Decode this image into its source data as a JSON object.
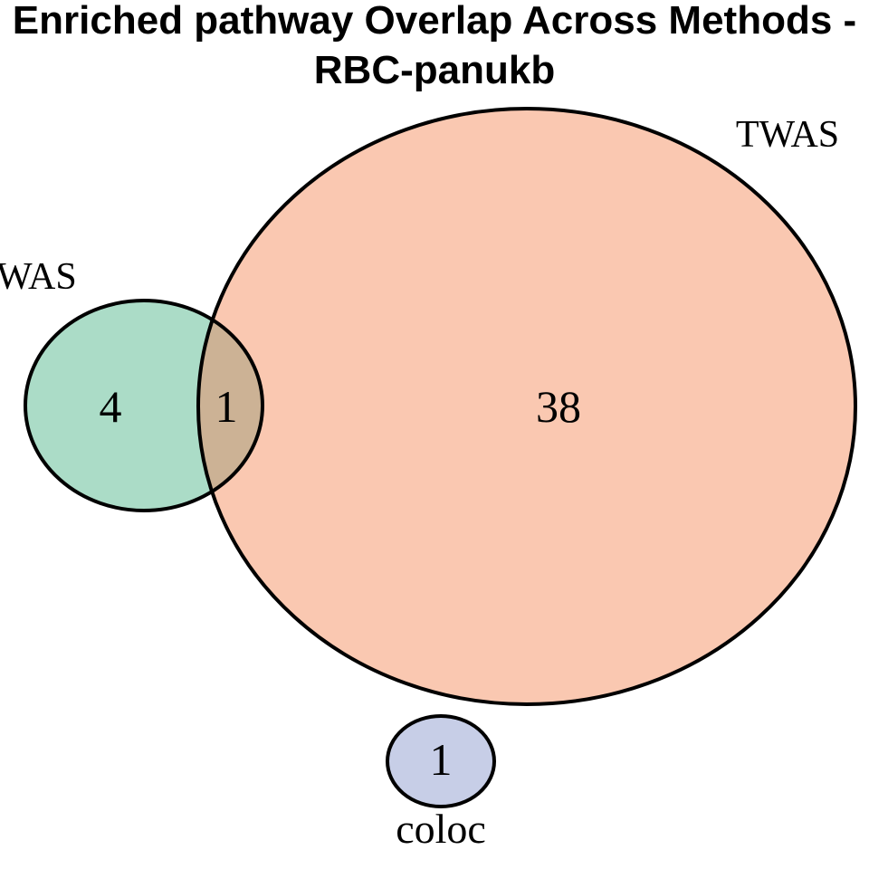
{
  "page": {
    "background": "#FFFFFF"
  },
  "title": {
    "line1": "Enriched pathway Overlap Across Methods -",
    "line2": "RBC-panukb"
  },
  "chart_data": {
    "type": "venn",
    "title": "Enriched pathway Overlap Across Methods - RBC-panukb",
    "sets": [
      {
        "label": "TWAS",
        "count": 38,
        "fill": "#FAC8B1"
      },
      {
        "label": "WAS",
        "count": 4,
        "fill": "#ABDCC7"
      },
      {
        "label": "coloc",
        "count": 1,
        "fill": "#C7CEE7"
      }
    ],
    "overlaps": [
      {
        "between": [
          "WAS",
          "TWAS"
        ],
        "count": 1,
        "fill": "#CCB295"
      }
    ],
    "outline_color": "#000000",
    "text_color": "#000000",
    "legend": "none",
    "background": "#FFFFFF"
  }
}
